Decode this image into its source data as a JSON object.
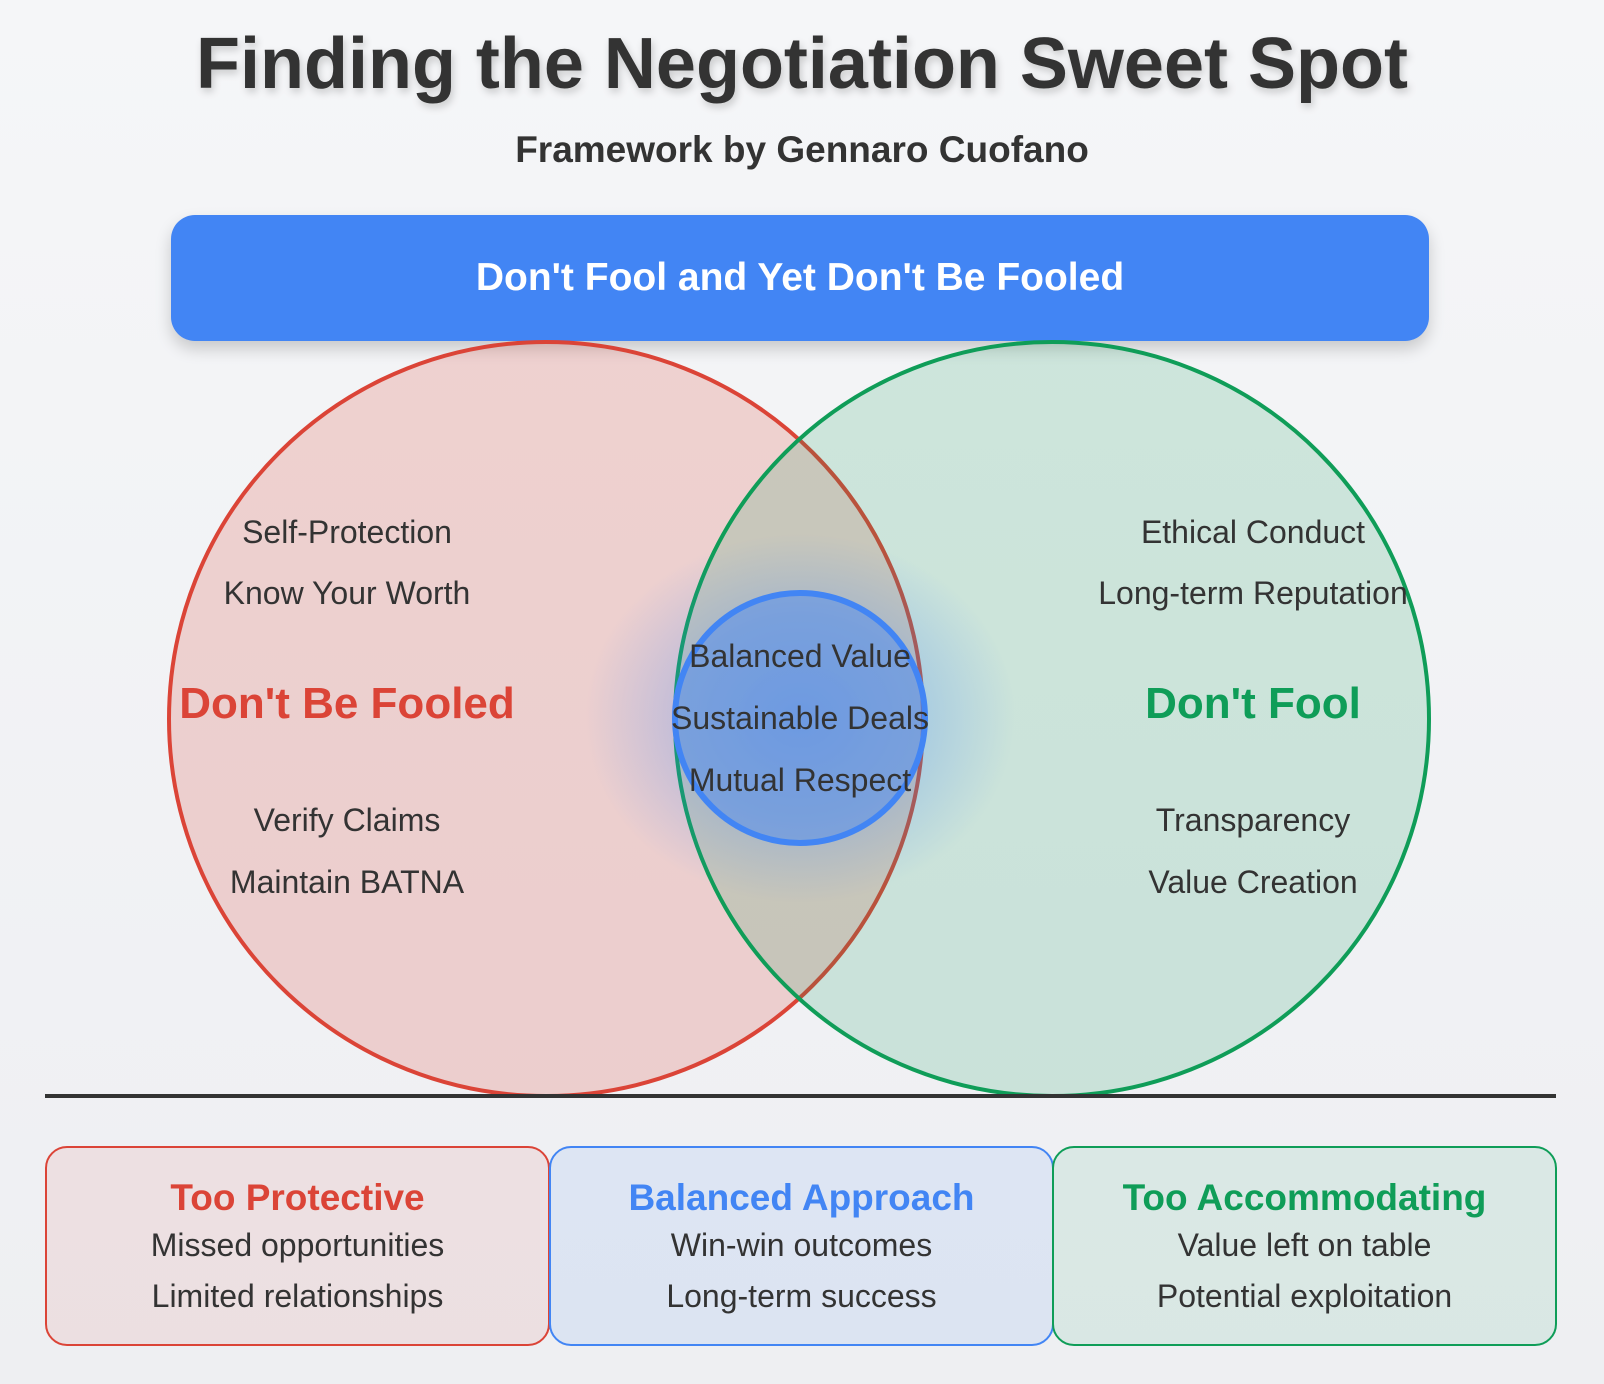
{
  "header": {
    "title": "Finding the Negotiation Sweet Spot",
    "subtitle": "Framework by Gennaro Cuofano"
  },
  "banner": {
    "text": "Don't Fool and Yet Don't Be Fooled",
    "color": "#4285F4"
  },
  "venn": {
    "left": {
      "title": "Don't Be Fooled",
      "color": "#DB4437",
      "items": [
        "Self-Protection",
        "Know Your Worth",
        "Verify Claims",
        "Maintain BATNA"
      ]
    },
    "right": {
      "title": "Don't Fool",
      "color": "#0F9D58",
      "items": [
        "Ethical Conduct",
        "Long-term Reputation",
        "Transparency",
        "Value Creation"
      ]
    },
    "center": {
      "color": "#4285F4",
      "items": [
        "Balanced Value",
        "Sustainable Deals",
        "Mutual Respect"
      ]
    }
  },
  "outcomes": [
    {
      "title": "Too Protective",
      "color": "#DB4437",
      "lines": [
        "Missed opportunities",
        "Limited relationships"
      ]
    },
    {
      "title": "Balanced Approach",
      "color": "#4285F4",
      "lines": [
        "Win-win outcomes",
        "Long-term success"
      ]
    },
    {
      "title": "Too Accommodating",
      "color": "#0F9D58",
      "lines": [
        "Value left on table",
        "Potential exploitation"
      ]
    }
  ]
}
